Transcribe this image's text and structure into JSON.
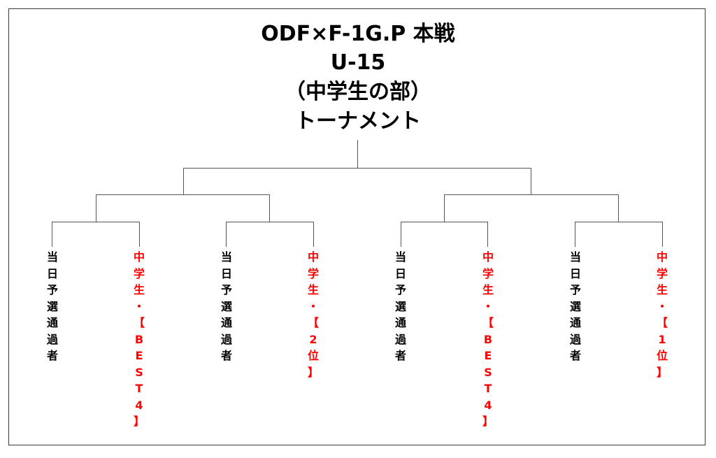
{
  "title": {
    "line1": "ODF×F-1G.P 本戦",
    "line2": "U-15",
    "line3": "（中学生の部）",
    "line4": "トーナメント"
  },
  "colors": {
    "qualifier": "#000000",
    "seeded": "#ff0000",
    "lines": "#555555"
  },
  "entrants": [
    {
      "label": "当日予選通過者",
      "type": "qualifier"
    },
    {
      "label": "中学生・【BEST4】",
      "type": "seeded"
    },
    {
      "label": "当日予選通過者",
      "type": "qualifier"
    },
    {
      "label": "中学生・【2位】",
      "type": "seeded"
    },
    {
      "label": "当日予選通過者",
      "type": "qualifier"
    },
    {
      "label": "中学生・【BEST4】",
      "type": "seeded"
    },
    {
      "label": "当日予選通過者",
      "type": "qualifier"
    },
    {
      "label": "中学生・【1位】",
      "type": "seeded"
    }
  ]
}
